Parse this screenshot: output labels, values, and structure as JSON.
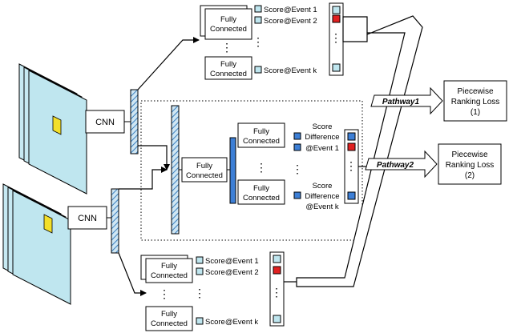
{
  "cnn": {
    "label": "CNN"
  },
  "fc": {
    "label_line1": "Fully",
    "label_line2": "Connected"
  },
  "top_branch": {
    "score_1": "Score@Event 1",
    "score_2": "Score@Event 2",
    "score_k": "Score@Event k"
  },
  "bottom_branch": {
    "score_1": "Score@Event 1",
    "score_2": "Score@Event 2",
    "score_k": "Score@Event k"
  },
  "middle_branch": {
    "diff_1_line1": "Score",
    "diff_1_line2": "Difference",
    "diff_1_line3": "@Event 1",
    "diff_k_line1": "Score",
    "diff_k_line2": "Difference",
    "diff_k_line3": "@Event k"
  },
  "pathways": {
    "pathway1": "Pathway1",
    "pathway2": "Pathway2"
  },
  "losses": {
    "loss1_line1": "Piecewise",
    "loss1_line2": "Ranking Loss",
    "loss1_line3": "(1)",
    "loss2_line1": "Piecewise",
    "loss2_line2": "Ranking Loss",
    "loss2_line3": "(2)"
  },
  "colors": {
    "cyan": "#bfe6ef",
    "blue": "#3d7fd6",
    "red": "#e02020",
    "yellow": "#f3df2a",
    "hatch": "#3a7fbf"
  },
  "icons": {
    "ellipsis": "⋮"
  }
}
